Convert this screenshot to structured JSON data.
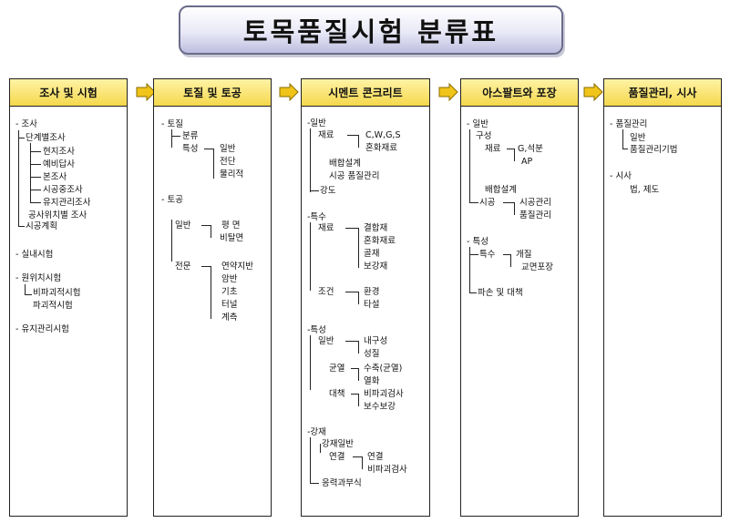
{
  "title": "토목품질시험 분류표",
  "columns": [
    {
      "header": "조사 및 시험",
      "items": [
        "- 조사",
        "단계별조사",
        "현지조사",
        "예비답사",
        "본조사",
        "시공중조사",
        "유지관리조사",
        "공사위치별 조사",
        "시공계획",
        "- 실내시험",
        "- 원위치시험",
        "비파괴적시험",
        "파괴적시험",
        "- 유지관리시험"
      ]
    },
    {
      "header": "토질 및 토공",
      "items": [
        "- 토질",
        "분류",
        "특성",
        "일반",
        "전단",
        "물리적",
        "- 토공",
        "일반",
        "평 면",
        "비탈면",
        "전문",
        "연약지반",
        "암반",
        "기초",
        "터널",
        "계측"
      ]
    },
    {
      "header": "시멘트 콘크리트",
      "items": [
        "-일반",
        "재료",
        "C,W,G,S",
        "혼화재료",
        "배합설계",
        "시공 품질관리",
        "강도",
        "-특수",
        "재료",
        "결합재",
        "혼화재료",
        "골재",
        "보강재",
        "조건",
        "환경",
        "타설",
        "-특성",
        "일반",
        "내구성",
        "성질",
        "균열",
        "수축(균열)",
        "열화",
        "대책",
        "비파괴검사",
        "보수보강",
        "-강재",
        "강재일반",
        "연결",
        "연결",
        "비파괴검사",
        "응력과부식"
      ]
    },
    {
      "header": "아스팔트와 포장",
      "items": [
        "- 일반",
        "구성",
        "재료",
        "G,석분",
        "AP",
        "배합설계",
        "시공",
        "시공관리",
        "품질관리",
        "- 특성",
        "특수",
        "개질",
        "교면포장",
        "파손 및 대책"
      ]
    },
    {
      "header": "품질관리, 시사",
      "items": [
        "- 품질관리",
        "일반",
        "품질관리기법",
        "- 시사",
        "법, 제도"
      ]
    }
  ],
  "colors": {
    "header_fill": "#f5d84c",
    "arrow_fill": "#f0c419",
    "title_fill": "#bdbddf"
  },
  "icons": [
    "arrow-right-icon"
  ]
}
